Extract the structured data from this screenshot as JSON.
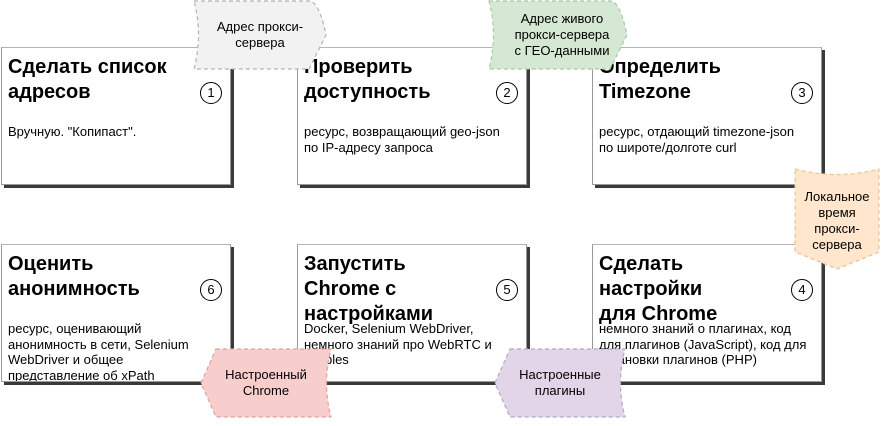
{
  "cards": [
    {
      "title": "Сделать список\nадресов",
      "number": "1",
      "desc": "Вручную. \"Копипаст\"."
    },
    {
      "title": "Проверить\nдоступность",
      "number": "2",
      "desc": "ресурс, возвращающий geo-json\nпо IP-адресу запроса"
    },
    {
      "title": "Определить\nTimezone",
      "number": "3",
      "desc": "ресурс, отдающий timezone-json\nпо широте/долготе curl"
    },
    {
      "title": "Сделать настройки\nдля Chrome",
      "number": "4",
      "desc": "немного знаний о плагинах, код\nдля плагинов (JavaScript), код для\nустановки плагинов (PHP)"
    },
    {
      "title": "Запустить Chrome с\nнастройками",
      "number": "5",
      "desc": "Docker, Selenium WebDriver,\nнемного знаний про WebRTC и\niptables"
    },
    {
      "title": "Оценить\nанонимность",
      "number": "6",
      "desc": "ресурс, оценивающий\nанонимность в сети, Selenium\nWebDriver и общее\nпредставление об xPath"
    }
  ],
  "tags": [
    {
      "label": "Адрес  прокси-\nсервера",
      "color": "#f2f2f2"
    },
    {
      "label": "Адрес живого\nпрокси-сервера\nс ГЕО-данными",
      "color": "#d5e8d4"
    },
    {
      "label": "Локальное\nвремя\nпрокси-\nсервера",
      "color": "#ffe6cc"
    },
    {
      "label": "Настроенные\nплагины",
      "color": "#e1d5e7"
    },
    {
      "label": "Настроенный\nChrome",
      "color": "#f8cecc"
    }
  ]
}
